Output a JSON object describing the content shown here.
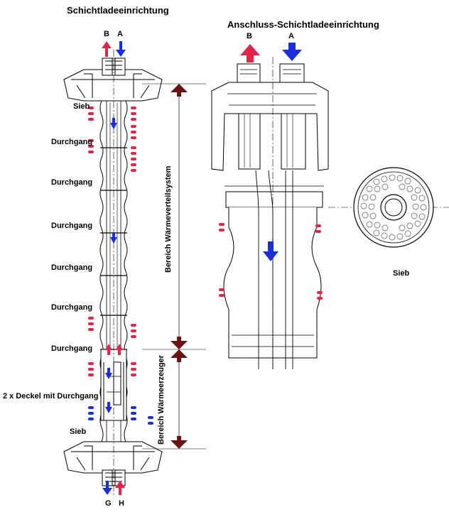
{
  "left": {
    "title": "Schichtladeeinrichtung",
    "top_ports": [
      "B",
      "A"
    ],
    "bottom_ports": [
      "G",
      "H"
    ],
    "labels": {
      "sieb_top": "Sieb",
      "durchgang": [
        "Durchgang",
        "Durchgang",
        "Durchgang",
        "Durchgang",
        "Durchgang",
        "Durchgang"
      ],
      "deckel": "2 x Deckel mit Durchgang",
      "sieb_bottom": "Sieb"
    },
    "range_upper": "Bereich Wärmeverteilsystem",
    "range_lower": "Bereich Wärmeerzeuger"
  },
  "right": {
    "title": "Anschluss-Schichtladeeinrichtung",
    "ports": [
      "B",
      "A"
    ],
    "sieb_label": "Sieb"
  },
  "colors": {
    "hot": "#e8234a",
    "cold": "#1a2fd8",
    "range": "#6b1414",
    "line": "#000000",
    "gray": "#9a9a9a",
    "sheet": "#ffffff"
  }
}
